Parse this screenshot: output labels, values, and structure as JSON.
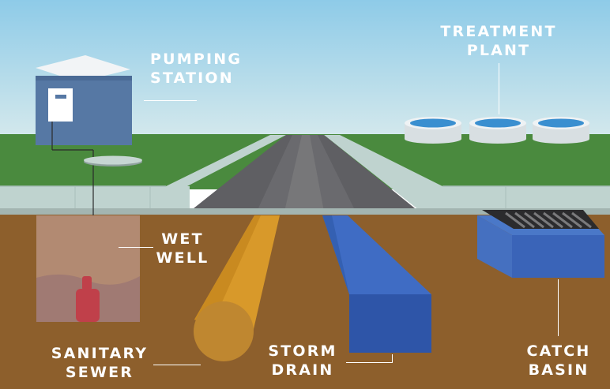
{
  "labels": {
    "pumping_station": [
      "PUMPING",
      "STATION"
    ],
    "treatment_plant": [
      "TREATMENT",
      "PLANT"
    ],
    "wet_well": [
      "WET",
      "WELL"
    ],
    "sanitary_sewer": [
      "SANITARY",
      "SEWER"
    ],
    "storm_drain": [
      "STORM",
      "DRAIN"
    ],
    "catch_basin": [
      "CATCH",
      "BASIN"
    ]
  },
  "colors": {
    "sky_top": "#8ecbe8",
    "sky_bottom": "#cfe6ea",
    "grass": "#4a8a3e",
    "sidewalk": "#bfd3cf",
    "road": "#5e5e62",
    "soil": "#8d5f2c",
    "sanitary_pipe": "#d8992a",
    "storm_pipe": "#2f55a8",
    "building": "#5678a4",
    "water": "#3a8fd0",
    "pump": "#c0404a"
  }
}
